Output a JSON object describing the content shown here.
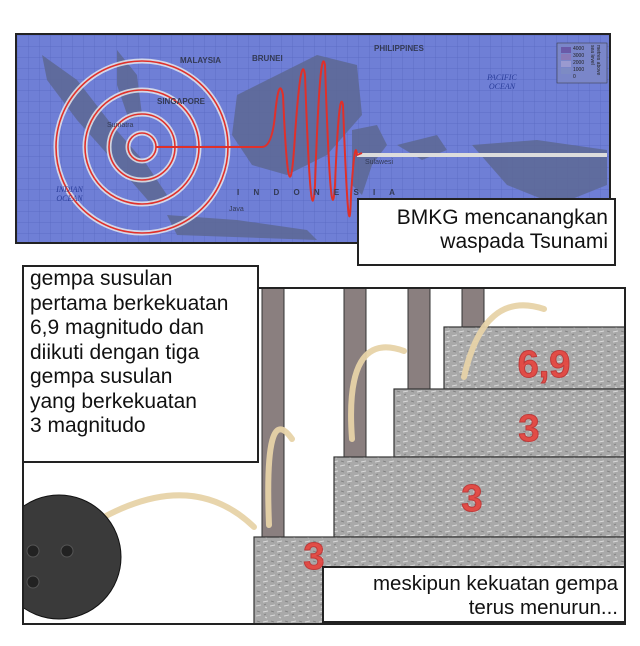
{
  "map_panel": {
    "labels": [
      "MALAYSIA",
      "BRUNEI",
      "PHILIPPINES",
      "SINGAPORE",
      "Sumatra",
      "Java",
      "Sulawesi",
      "I N D O N E S I A"
    ],
    "oceans": [
      "INDIAN OCEAN",
      "PACIFIC OCEAN"
    ],
    "legend_values": [
      "4000",
      "3000",
      "2000",
      "1000",
      "0"
    ],
    "legend_title": "metres above sea level",
    "caption": {
      "line1": "BMKG mencanangkan",
      "line2": "waspada Tsunami"
    },
    "colors": {
      "sea": "#6f7fd6",
      "seismic_line": "#e0302a"
    }
  },
  "stairs_panel": {
    "caption_left": [
      "gempa susulan",
      "pertama berkekuatan",
      "6,9 magnitudo dan",
      "diikuti dengan tiga",
      "gempa susulan",
      "yang berkekuatan",
      "3 magnitudo"
    ],
    "steps": [
      "6,9",
      "3",
      "3",
      "3"
    ],
    "caption_bottom": {
      "line1": "meskipun kekuatan gempa",
      "line2": "terus menurun..."
    },
    "colors": {
      "step_number": "#e8423c",
      "ball": "#333333",
      "stone": "#a9a9a9"
    }
  }
}
